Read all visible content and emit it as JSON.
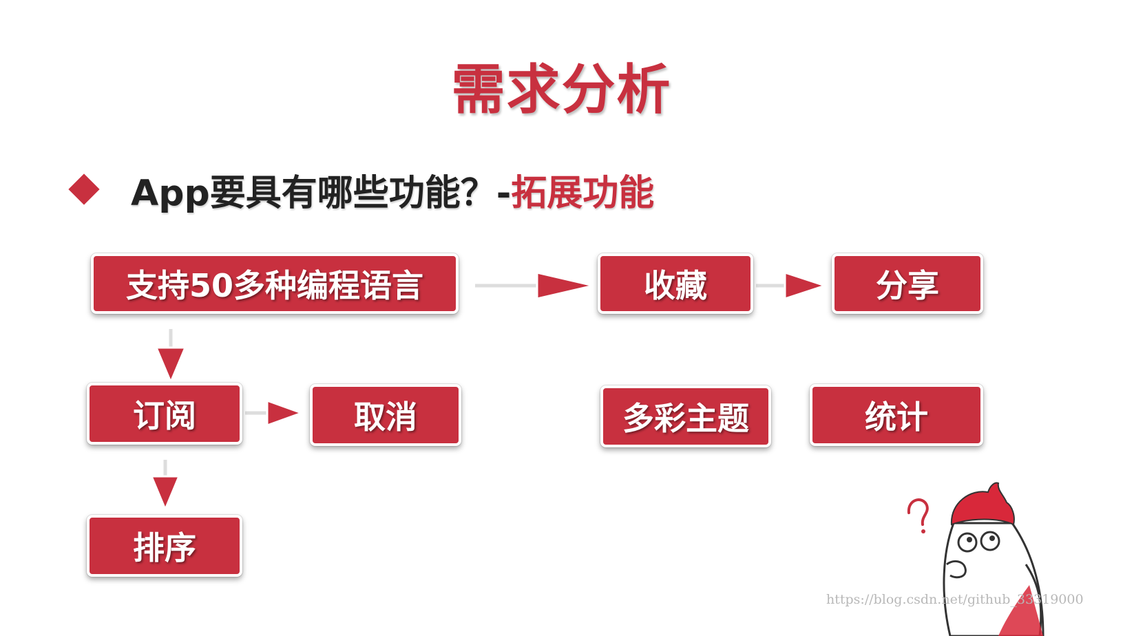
{
  "slide": {
    "title": "需求分析",
    "heading_main": "App要具有哪些功能？-",
    "heading_accent": "拓展功能"
  },
  "nodes": {
    "languages": "支持50多种编程语言",
    "favorite": "收藏",
    "share": "分享",
    "subscribe": "订阅",
    "cancel": "取消",
    "sort": "排序",
    "themes": "多彩主题",
    "stats": "统计"
  },
  "watermark": "https://blog.csdn.net/github_33319000",
  "colors": {
    "accent": "#c8303f",
    "text": "#222222",
    "box_border": "#ffffff"
  }
}
